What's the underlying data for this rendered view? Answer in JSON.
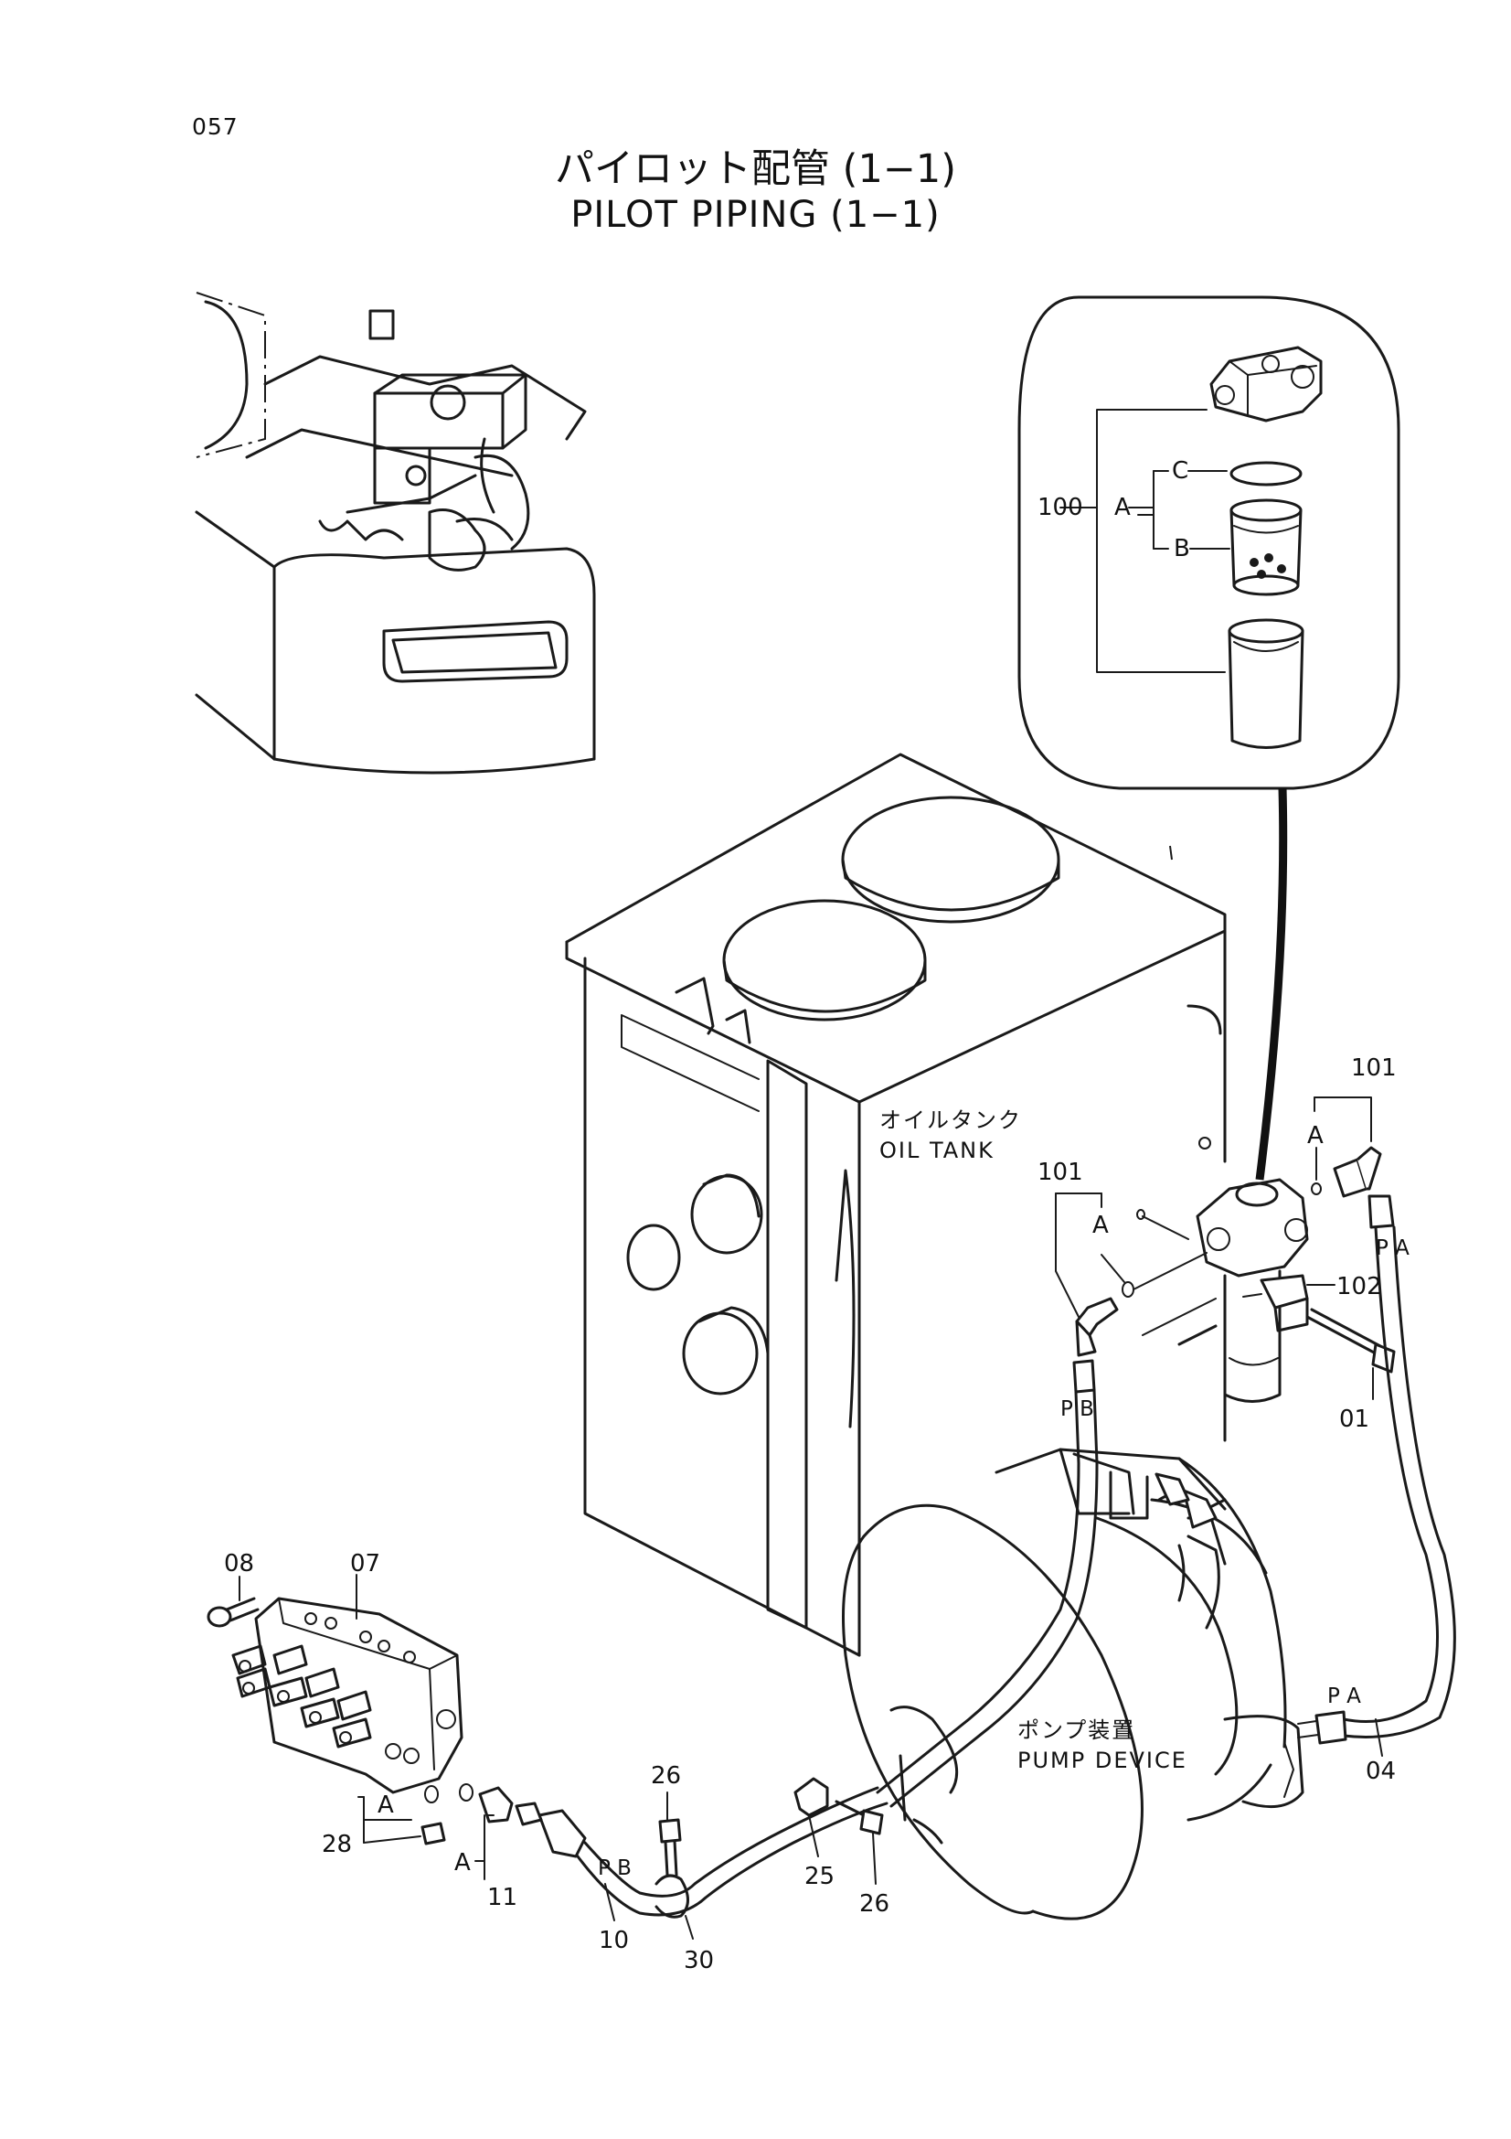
{
  "page": {
    "number": "057"
  },
  "title": {
    "japanese": "パイロット配管 (1−1)",
    "english": "PILOT PIPING (1−1)"
  },
  "components": {
    "oil_tank": {
      "jp": "オイルタンク",
      "en": "OIL TANK"
    },
    "pump_device": {
      "jp": "ポンプ装置",
      "en": "PUMP DEVICE"
    }
  },
  "part_labels": {
    "p100": "100",
    "pA_detail": "A",
    "pB_detail": "B",
    "pC_detail": "C",
    "p101_right": "101",
    "pA_101_right": "A",
    "p101_left": "101",
    "pA_101_left": "A",
    "p102": "102",
    "p01": "01",
    "p04": "04",
    "p07": "07",
    "p08": "08",
    "p26_top": "26",
    "p26_bottom": "26",
    "p25": "25",
    "p28": "28",
    "pA_28": "A",
    "pA_11": "A",
    "p11": "11",
    "p10": "10",
    "p30": "30"
  },
  "port_marks": {
    "pa_top": "P A",
    "pb_top": "P B",
    "pa_pump": "P A",
    "pb_bottom": "P B"
  }
}
